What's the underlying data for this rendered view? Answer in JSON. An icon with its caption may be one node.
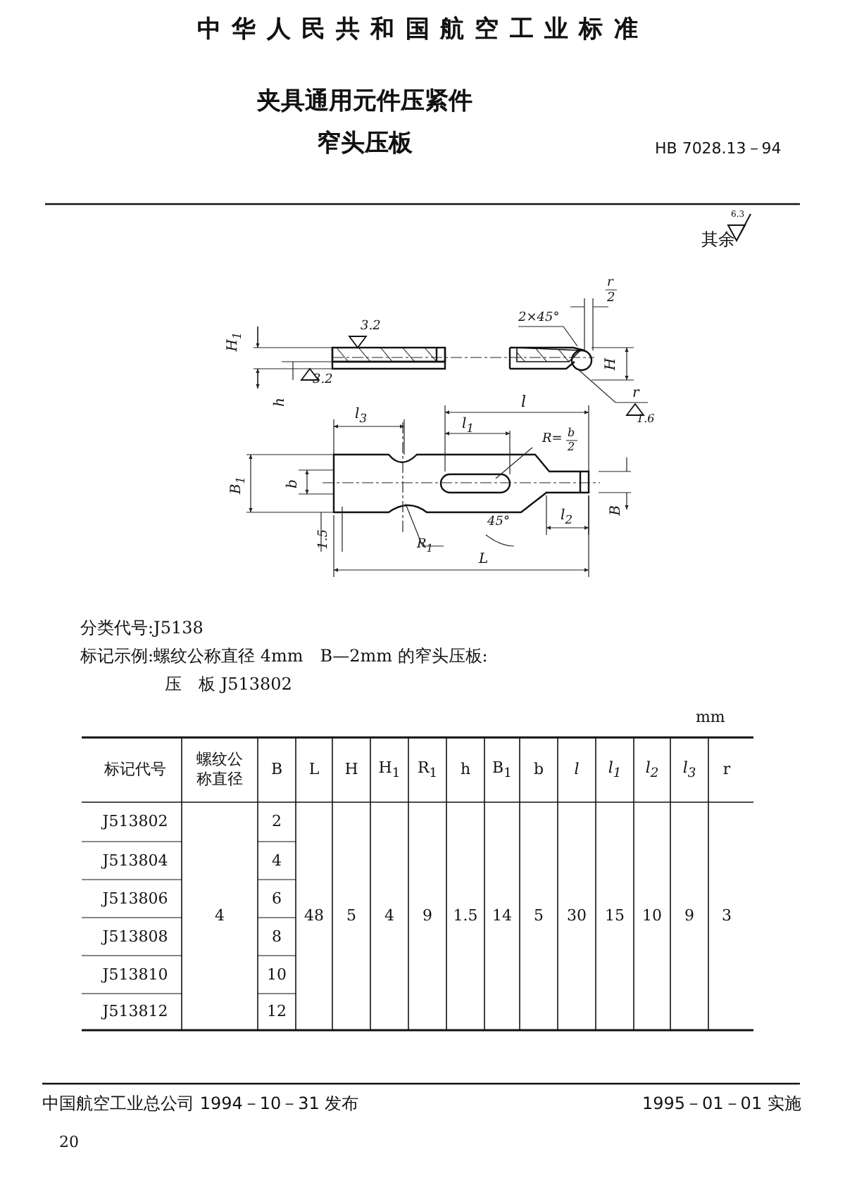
{
  "diagram": {
    "title": "夹具通用元件压紧件窄头压板",
    "labels": [
      "中华人民共和国航空工业标准",
      "HB 7028.13－94",
      "其余",
      "6.3",
      "H$_{1}$",
      "3.2",
      "3.2",
      "h",
      "2×45°",
      "r",
      "2",
      "H",
      "r",
      "1.6",
      "l",
      "l$_{3}$",
      "l$_{1}$",
      "R=",
      "b",
      "2",
      "B$_{1}$",
      "b",
      "1.5",
      "R$_{1}$",
      "45°",
      "l$_{2}$",
      "B",
      "L",
      "分类代号:J5138",
      "标记示例:螺纹公称直径 4mm　B—2mm 的窄头压板:",
      "压　板 J513802",
      "mm",
      "标记代号",
      "螺纹公称直径",
      "B",
      "L",
      "H",
      "H$_{1}$",
      "R$_{1}$",
      "h",
      "B$_{1}$",
      "b",
      "l",
      "l$_{1}$",
      "l$_{2}$",
      "l$_{3}$",
      "r",
      "J513802",
      "4",
      "2",
      "48",
      "5",
      "4",
      "9",
      "1.5",
      "14",
      "5",
      "30",
      "15",
      "10",
      "9",
      "3",
      "J513804",
      "4",
      "J513806",
      "6",
      "J513808",
      "8",
      "J513810",
      "10",
      "J513812",
      "12",
      "中国航空工业总公司 1994－10－31 发布",
      "1995－01－01 实施",
      "20"
    ]
  }
}
